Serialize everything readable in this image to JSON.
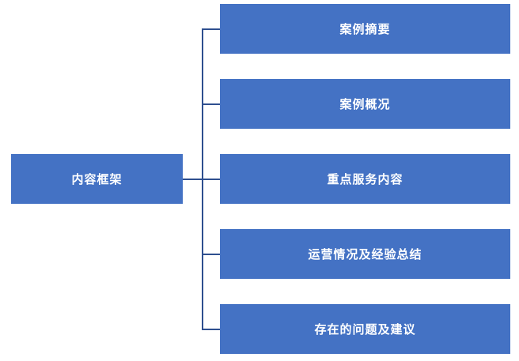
{
  "root": {
    "label": "内容框架"
  },
  "children": [
    {
      "label": "案例摘要"
    },
    {
      "label": "案例概况"
    },
    {
      "label": "重点服务内容"
    },
    {
      "label": "运营情况及经验总结"
    },
    {
      "label": "存在的问题及建议"
    }
  ],
  "colors": {
    "box_fill": "#4472c4",
    "connector": "#2e4f8f",
    "text": "#ffffff"
  }
}
